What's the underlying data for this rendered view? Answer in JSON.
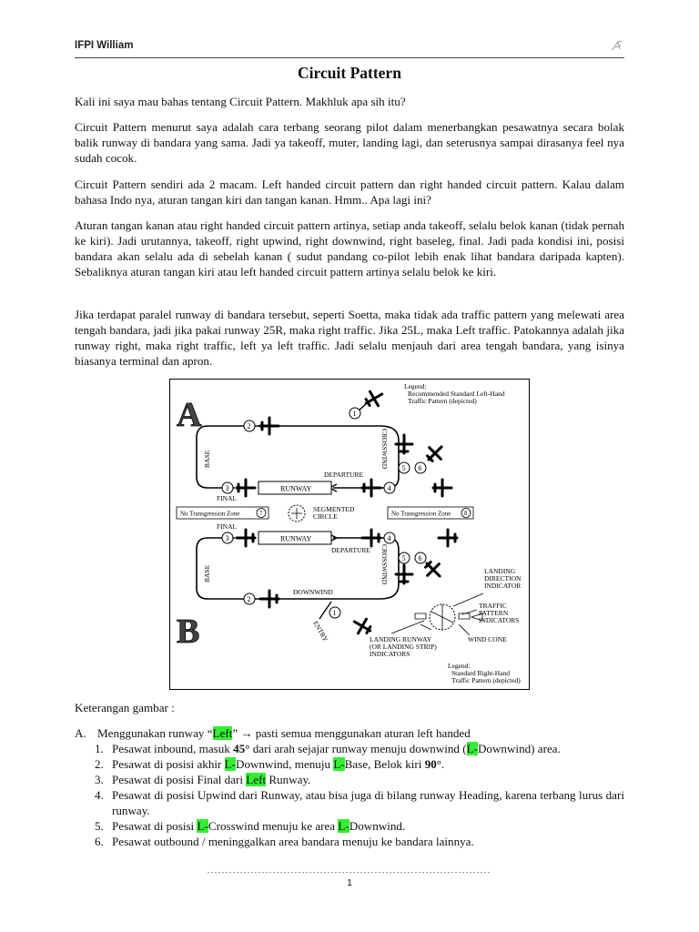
{
  "header": {
    "name": "IFPI William"
  },
  "title": "Circuit Pattern",
  "paragraphs": [
    "Kali ini saya mau bahas tentang Circuit Pattern. Makhluk apa sih itu?",
    "Circuit Pattern menurut saya adalah cara terbang seorang pilot dalam menerbangkan pesawatnya secara bolak balik runway di bandara yang sama. Jadi ya takeoff, muter, landing lagi, dan seterusnya sampai dirasanya feel nya sudah cocok.",
    "Circuit Pattern sendiri ada 2 macam. Left handed circuit pattern dan right handed circuit pattern. Kalau dalam bahasa Indo nya, aturan tangan kiri dan tangan kanan. Hmm.. Apa lagi ini?",
    "Aturan tangan kanan atau right handed circuit pattern artinya, setiap anda takeoff, selalu belok kanan (tidak pernah ke kiri). Jadi urutannya, takeoff, right upwind, right downwind, right baseleg, final. Jadi pada kondisi ini,  posisi bandara akan selalu ada di sebelah kanan ( sudut pandang co-pilot lebih enak lihat bandara daripada kapten). Sebaliknya aturan tangan kiri atau left handed circuit pattern artinya selalu belok ke kiri.",
    "Jika terdapat paralel runway di bandara tersebut, seperti Soetta, maka tidak ada traffic pattern yang melewati area tengah bandara, jadi jika pakai runway 25R, maka right traffic. Jika 25L, maka Left traffic. Patokannya adalah jika runway right, maka right traffic, left ya left traffic. Jadi selalu menjauh dari area tengah bandara, yang isinya biasanya terminal dan apron."
  ],
  "figure": {
    "letter_a": "A",
    "letter_b": "B",
    "legend_a": [
      "Legend:",
      "Recommended Standard Left-Hand",
      "Traffic Pattern (depicted)"
    ],
    "legend_b": [
      "Legend:",
      "Standard Right-Hand",
      "Traffic Pattern (depicted)"
    ],
    "runway": "RUNWAY",
    "departure": "DEPARTURE",
    "crosswind": "CROSSWIND",
    "base": "BASE",
    "final": "FINAL",
    "downwind": "DOWNWIND",
    "entry": "ENTRY",
    "no_trans_7": "No Transgression Zone",
    "no_trans_8": "No Transgression Zone",
    "num_7": "7",
    "num_8": "8",
    "segmented": [
      "SEGMENTED",
      "CIRCLE"
    ],
    "landing_direction": [
      "LANDING",
      "DIRECTION",
      "INDICATOR"
    ],
    "traffic_pattern": [
      "TRAFFIC",
      "PATTERN",
      "INDICATORS"
    ],
    "wind_cone": "WIND CONE",
    "landing_runway": [
      "LANDING RUNWAY",
      "(OR LANDING STRIP)",
      "INDICATORS"
    ],
    "nums": [
      "1",
      "2",
      "3",
      "4",
      "5",
      "6"
    ]
  },
  "caption": "Keterangan gambar :",
  "list_a": {
    "marker": "A.",
    "pre": "Menggunakan runway “",
    "hl": "Left",
    "post": "” → pasti semua menggunakan aturan left handed",
    "items": [
      {
        "num": "1.",
        "parts": [
          {
            "t": "Pesawat inbound, masuk "
          },
          {
            "t": "45°",
            "b": true
          },
          {
            "t": " dari arah sejajar runway menuju downwind ("
          },
          {
            "t": "L-",
            "h": true
          },
          {
            "t": "Downwind) area."
          }
        ]
      },
      {
        "num": "2.",
        "parts": [
          {
            "t": "Pesawat di posisi akhir "
          },
          {
            "t": "L-",
            "h": true
          },
          {
            "t": "Downwind, menuju "
          },
          {
            "t": "L-",
            "h": true
          },
          {
            "t": "Base, Belok kiri "
          },
          {
            "t": "90°",
            "b": true
          },
          {
            "t": "."
          }
        ]
      },
      {
        "num": "3.",
        "parts": [
          {
            "t": "Pesawat di posisi Final dari "
          },
          {
            "t": "Left",
            "h": true
          },
          {
            "t": " Runway."
          }
        ]
      },
      {
        "num": "4.",
        "parts": [
          {
            "t": "Pesawat di posisi Upwind dari Runway, atau bisa juga di bilang runway Heading, karena terbang lurus dari runway."
          }
        ]
      },
      {
        "num": "5.",
        "parts": [
          {
            "t": "Pesawat di posisi "
          },
          {
            "t": "L-",
            "h": true
          },
          {
            "t": "Crosswind menuju ke area "
          },
          {
            "t": "L-",
            "h": true
          },
          {
            "t": "Downwind."
          }
        ]
      },
      {
        "num": "6.",
        "parts": [
          {
            "t": "Pesawat outbound / meninggalkan area bandara menuju ke bandara lainnya."
          }
        ]
      }
    ]
  },
  "footer": {
    "page": "1"
  }
}
